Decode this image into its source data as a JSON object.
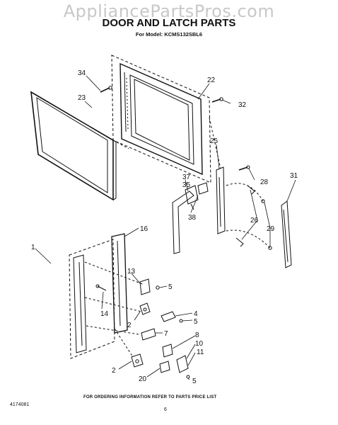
{
  "watermark": "AppliancePartsPros.com",
  "title": "DOOR AND LATCH PARTS",
  "model": "For Model: KCMS132SBL6",
  "footer": "FOR ORDERING INFORMATION REFER TO PARTS PRICE LIST",
  "doc_number": "4174081",
  "page_number": "6",
  "callouts": {
    "c34": "34",
    "c23": "23",
    "c22": "22",
    "c32": "32",
    "c25": "25",
    "c28": "28",
    "c31": "31",
    "c37": "37",
    "c35": "35",
    "c38": "38",
    "c26": "26",
    "c29": "29",
    "c16": "16",
    "c1": "1",
    "c13": "13",
    "c5a": "5",
    "c14": "14",
    "c4": "4",
    "c5b": "5",
    "c2a": "2",
    "c7": "7",
    "c8": "8",
    "c10": "10",
    "c11": "11",
    "c2b": "2",
    "c20": "20",
    "c5c": "5"
  }
}
